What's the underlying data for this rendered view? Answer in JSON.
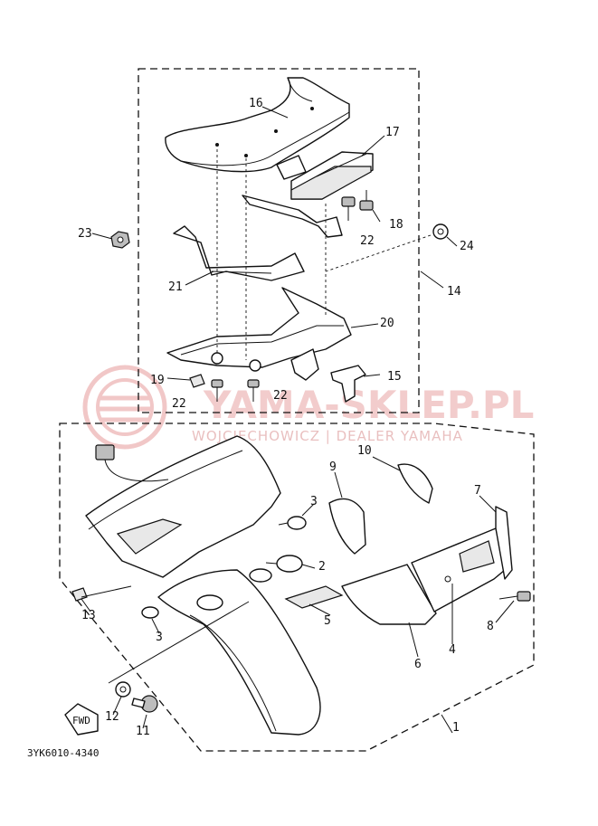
{
  "diagram": {
    "reference_code": "3YK6010-4340",
    "watermark": {
      "brand": "YAMA-SKLEP.PL",
      "dealer": "WOJCIECHOWICZ | DEALER YAMAHA",
      "color": "#d24a4a"
    },
    "fwd_label": "FWD",
    "callouts": {
      "c1": "1",
      "c2": "2",
      "c3a": "3",
      "c3b": "3",
      "c4": "4",
      "c5": "5",
      "c6": "6",
      "c7": "7",
      "c8": "8",
      "c9": "9",
      "c10": "10",
      "c11": "11",
      "c12": "12",
      "c13": "13",
      "c14": "14",
      "c15": "15",
      "c16": "16",
      "c17": "17",
      "c18": "18",
      "c19": "19",
      "c20": "20",
      "c21": "21",
      "c22a": "22",
      "c22b": "22",
      "c22c": "22",
      "c23": "23",
      "c24": "24"
    }
  }
}
